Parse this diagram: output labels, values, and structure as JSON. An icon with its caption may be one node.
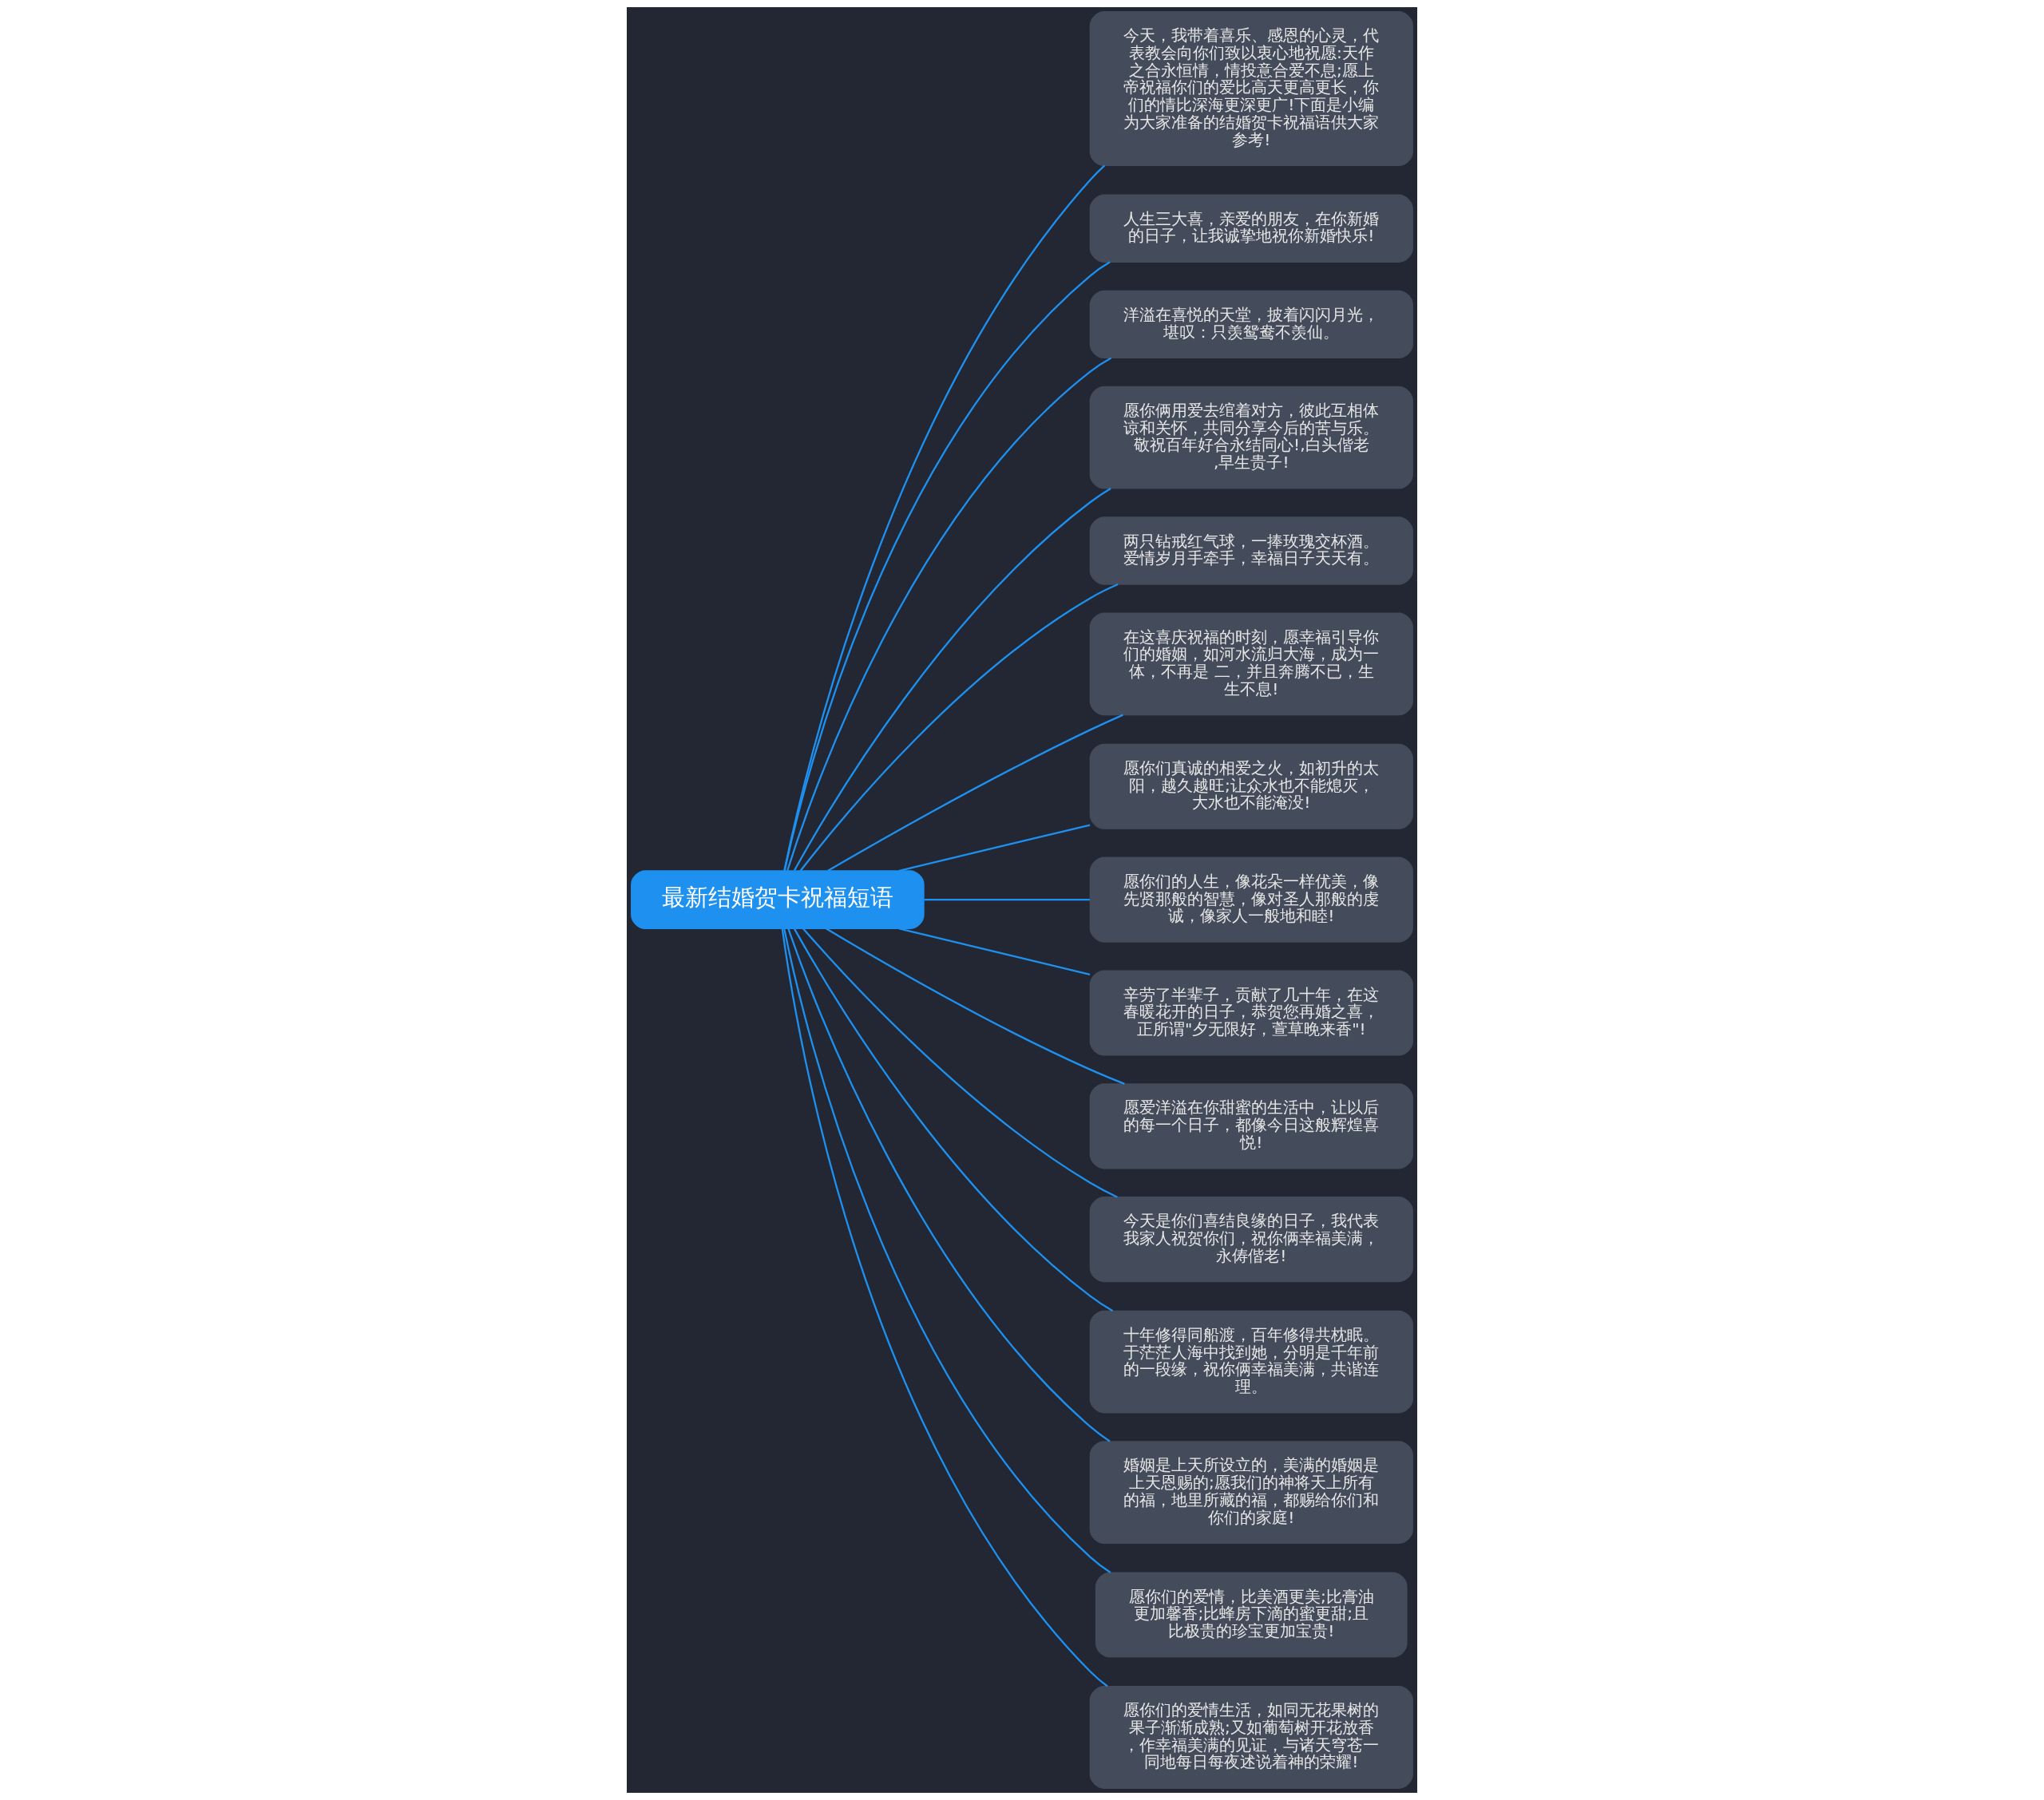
{
  "diagram": {
    "nodes": [
      {
        "text": [
          "最新结婚贺卡祝福短语"
        ]
      },
      {
        "text": [
          "今天，我带着喜乐、感恩的心灵，代表教会向你们致以衷心地祝愿:天作之合永恒情，情投意合爱不息;愿上帝祝福你们的爱比高天更高更长，你们的情比深海更深更广!下面是小编为大家准备的结婚贺卡祝福语供大家参考!"
        ]
      },
      {
        "text": [
          "人生三大喜，亲爱的朋友，在你新婚的日子，让我诚挚地祝你新婚快乐!"
        ]
      },
      {
        "text": [
          "洋溢在喜悦的天堂，披着闪闪月光，堪叹：只羡鸳鸯不羡仙。"
        ]
      },
      {
        "text": [
          "愿你俩用爱去绾着对方，彼此互相体谅和关怀，共同分享今后的苦与乐。敬祝百年好合永结同心!,白头偕老,早生贵子!"
        ]
      },
      {
        "text": [
          "两只钻戒红气球，一捧玫瑰交杯酒。爱情岁月手牵手，幸福日子天天有。"
        ]
      },
      {
        "text": [
          "在这喜庆祝福的时刻，愿幸福引导你们的婚姻，如河水流归大海，成为一体，不再是 二，并且奔腾不已，生生不息!"
        ]
      },
      {
        "text": [
          "愿你们真诚的相爱之火，如初升的太阳，越久越旺;让众水也不能熄灭，大水也不能淹没!"
        ]
      },
      {
        "text": [
          "愿你们的人生，像花朵一样优美，像先贤那般的智慧，像对圣人那般的虔诚，像家人一般地和睦!"
        ]
      },
      {
        "text": [
          "辛劳了半辈子，贡献了几十年，在这春暖花开的日子，恭贺您再婚之喜，正所谓\"夕无限好，萱草晚来香\"!"
        ]
      },
      {
        "text": [
          "愿爱洋溢在你甜蜜的生活中，让以后的每一个日子，都像今日这般辉煌喜悦!"
        ]
      },
      {
        "text": [
          "今天是你们喜结良缘的日子，我代表我家人祝贺你们，祝你俩幸福美满，永俦偕老!"
        ]
      },
      {
        "text": [
          "十年修得同船渡，百年修得共枕眠。于茫茫人海中找到她，分明是千年前的一段缘，祝你俩幸福美满，共谐连理。"
        ]
      },
      {
        "text": [
          "婚姻是上天所设立的，美满的婚姻是上天恩赐的;愿我们的神将天上所有的福，地里所藏的福，都赐给你们和你们的家庭!"
        ]
      },
      {
        "text": [
          "愿你们的爱情，比美酒更美;比膏油更加馨香;比蜂房下滴的蜜更甜;且比极贵的珍宝更加宝贵!"
        ]
      },
      {
        "text": [
          "愿你们的爱情生活，如同无花果树的果子渐渐成熟;又如葡萄树开花放香，作幸福美满的见证，与诸天穹苍一同地每日每夜述说着神的荣耀!"
        ]
      }
    ],
    "edges": [
      {
        "from": 0,
        "to": 1,
        "arrow": "none"
      },
      {
        "from": 0,
        "to": 2,
        "arrow": "none"
      },
      {
        "from": 0,
        "to": 3,
        "arrow": "none"
      },
      {
        "from": 0,
        "to": 4,
        "arrow": "none"
      },
      {
        "from": 0,
        "to": 5,
        "arrow": "none"
      },
      {
        "from": 0,
        "to": 6,
        "arrow": "none"
      },
      {
        "from": 0,
        "to": 7,
        "arrow": "none"
      },
      {
        "from": 0,
        "to": 8,
        "arrow": "none"
      },
      {
        "from": 0,
        "to": 9,
        "arrow": "none"
      },
      {
        "from": 0,
        "to": 10,
        "arrow": "none"
      },
      {
        "from": 0,
        "to": 11,
        "arrow": "none"
      },
      {
        "from": 0,
        "to": 12,
        "arrow": "none"
      },
      {
        "from": 0,
        "to": 13,
        "arrow": "none"
      },
      {
        "from": 0,
        "to": 14,
        "arrow": "none"
      },
      {
        "from": 0,
        "to": 15,
        "arrow": "none"
      }
    ]
  }
}
